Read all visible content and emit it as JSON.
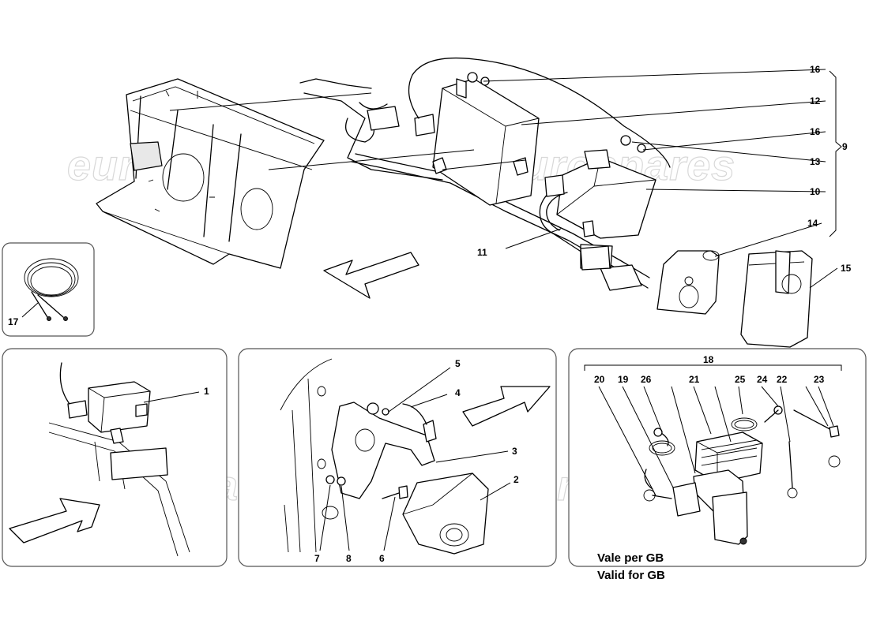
{
  "watermark": "eurospares",
  "callouts": {
    "c1": "1",
    "c2": "2",
    "c3": "3",
    "c4": "4",
    "c5": "5",
    "c6": "6",
    "c7": "7",
    "c8": "8",
    "c9": "9",
    "c10": "10",
    "c11": "11",
    "c12": "12",
    "c13": "13",
    "c14": "14",
    "c15": "15",
    "c16a": "16",
    "c16b": "16",
    "c17": "17",
    "c18": "18",
    "c19": "19",
    "c20": "20",
    "c21": "21",
    "c22": "22",
    "c23": "23",
    "c24": "24",
    "c25": "25",
    "c26": "26"
  },
  "gb_note": {
    "line1": "Vale per GB",
    "line2": "Valid for GB"
  }
}
